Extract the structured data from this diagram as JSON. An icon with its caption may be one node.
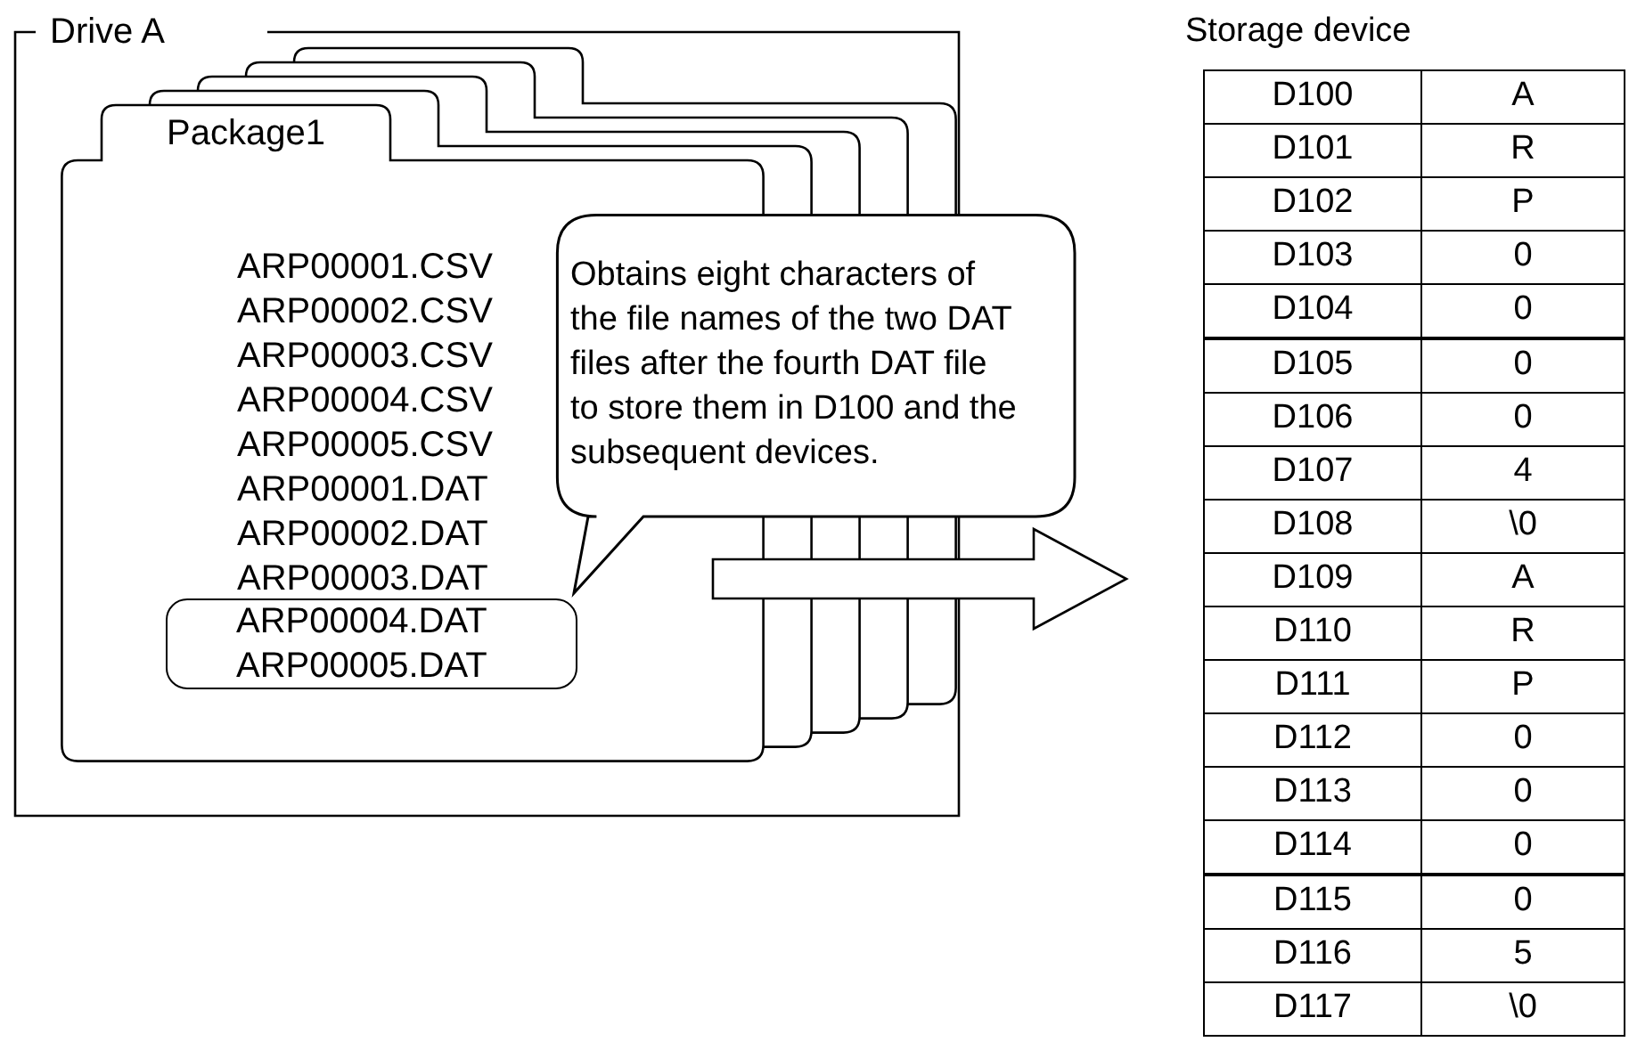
{
  "diagram": {
    "nodes": [
      {
        "text": [
          "Drive A"
        ]
      },
      {
        "text": [
          "Package1",
          "ARP00001.CSV",
          "ARP00002.CSV",
          "ARP00003.CSV",
          "ARP00004.CSV",
          "ARP00005.CSV",
          "ARP00001.DAT",
          "ARP00002.DAT",
          "ARP00003.DAT"
        ]
      },
      {
        "text": [
          "ARP00004.DAT",
          "ARP00005.DAT"
        ],
        "in": 1
      },
      {
        "text": [
          "Obtains eight characters of the file names of the two DAT files after the fourth DAT file to store them in D100 and the subsequent devices."
        ]
      },
      {
        "text": [
          "Storage device"
        ]
      }
    ],
    "edges": [
      {
        "from": 1,
        "to": 4,
        "arrow": "to",
        "style": "thick"
      }
    ],
    "labels": [
      "D100",
      "A",
      "D101",
      "R",
      "D102",
      "P",
      "D103",
      "0",
      "D104",
      "0",
      "D105",
      "0",
      "D106",
      "0",
      "D107",
      "4",
      "D108",
      "\\0",
      "D109",
      "A",
      "D110",
      "R",
      "D111",
      "P",
      "D112",
      "0",
      "D113",
      "0",
      "D114",
      "0",
      "D115",
      "0",
      "D116",
      "5",
      "D117",
      "\\0"
    ]
  }
}
